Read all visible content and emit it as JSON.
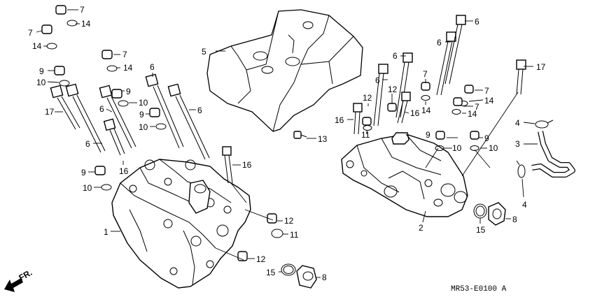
{
  "diagram": {
    "code": "MR53-E0100 A",
    "direction_label": "FR.",
    "callouts": {
      "c7a": "7",
      "c14a": "14",
      "c7b": "7",
      "c14b": "14",
      "c5": "5",
      "c7c": "7",
      "c14c": "14",
      "c9a": "9",
      "c10a": "10",
      "c17a": "17",
      "c6a": "6",
      "c6b": "6",
      "c9b": "9",
      "c10b": "10",
      "c6c": "6",
      "c9c": "9",
      "c10c": "10",
      "c6d": "6",
      "c16a": "16",
      "c9d": "9",
      "c10d": "10",
      "c16b": "16",
      "c1": "1",
      "c12a": "12",
      "c11a": "11",
      "c12b": "12",
      "c15a": "15",
      "c8a": "8",
      "c13": "13",
      "c6e": "6",
      "c6f": "6",
      "c6g": "6",
      "c6h": "6",
      "c7d": "7",
      "c14d": "14",
      "c7e": "7",
      "c14e": "14",
      "c7f": "7",
      "c14f": "14",
      "c12c": "12",
      "c12d": "12",
      "c16c": "16",
      "c16d": "16",
      "c11b": "11",
      "c17b": "17",
      "c9e": "9",
      "c10e": "10",
      "c9f": "9",
      "c10f": "10",
      "c4a": "4",
      "c3": "3",
      "c4b": "4",
      "c2": "2",
      "c15b": "15",
      "c8b": "8"
    }
  }
}
